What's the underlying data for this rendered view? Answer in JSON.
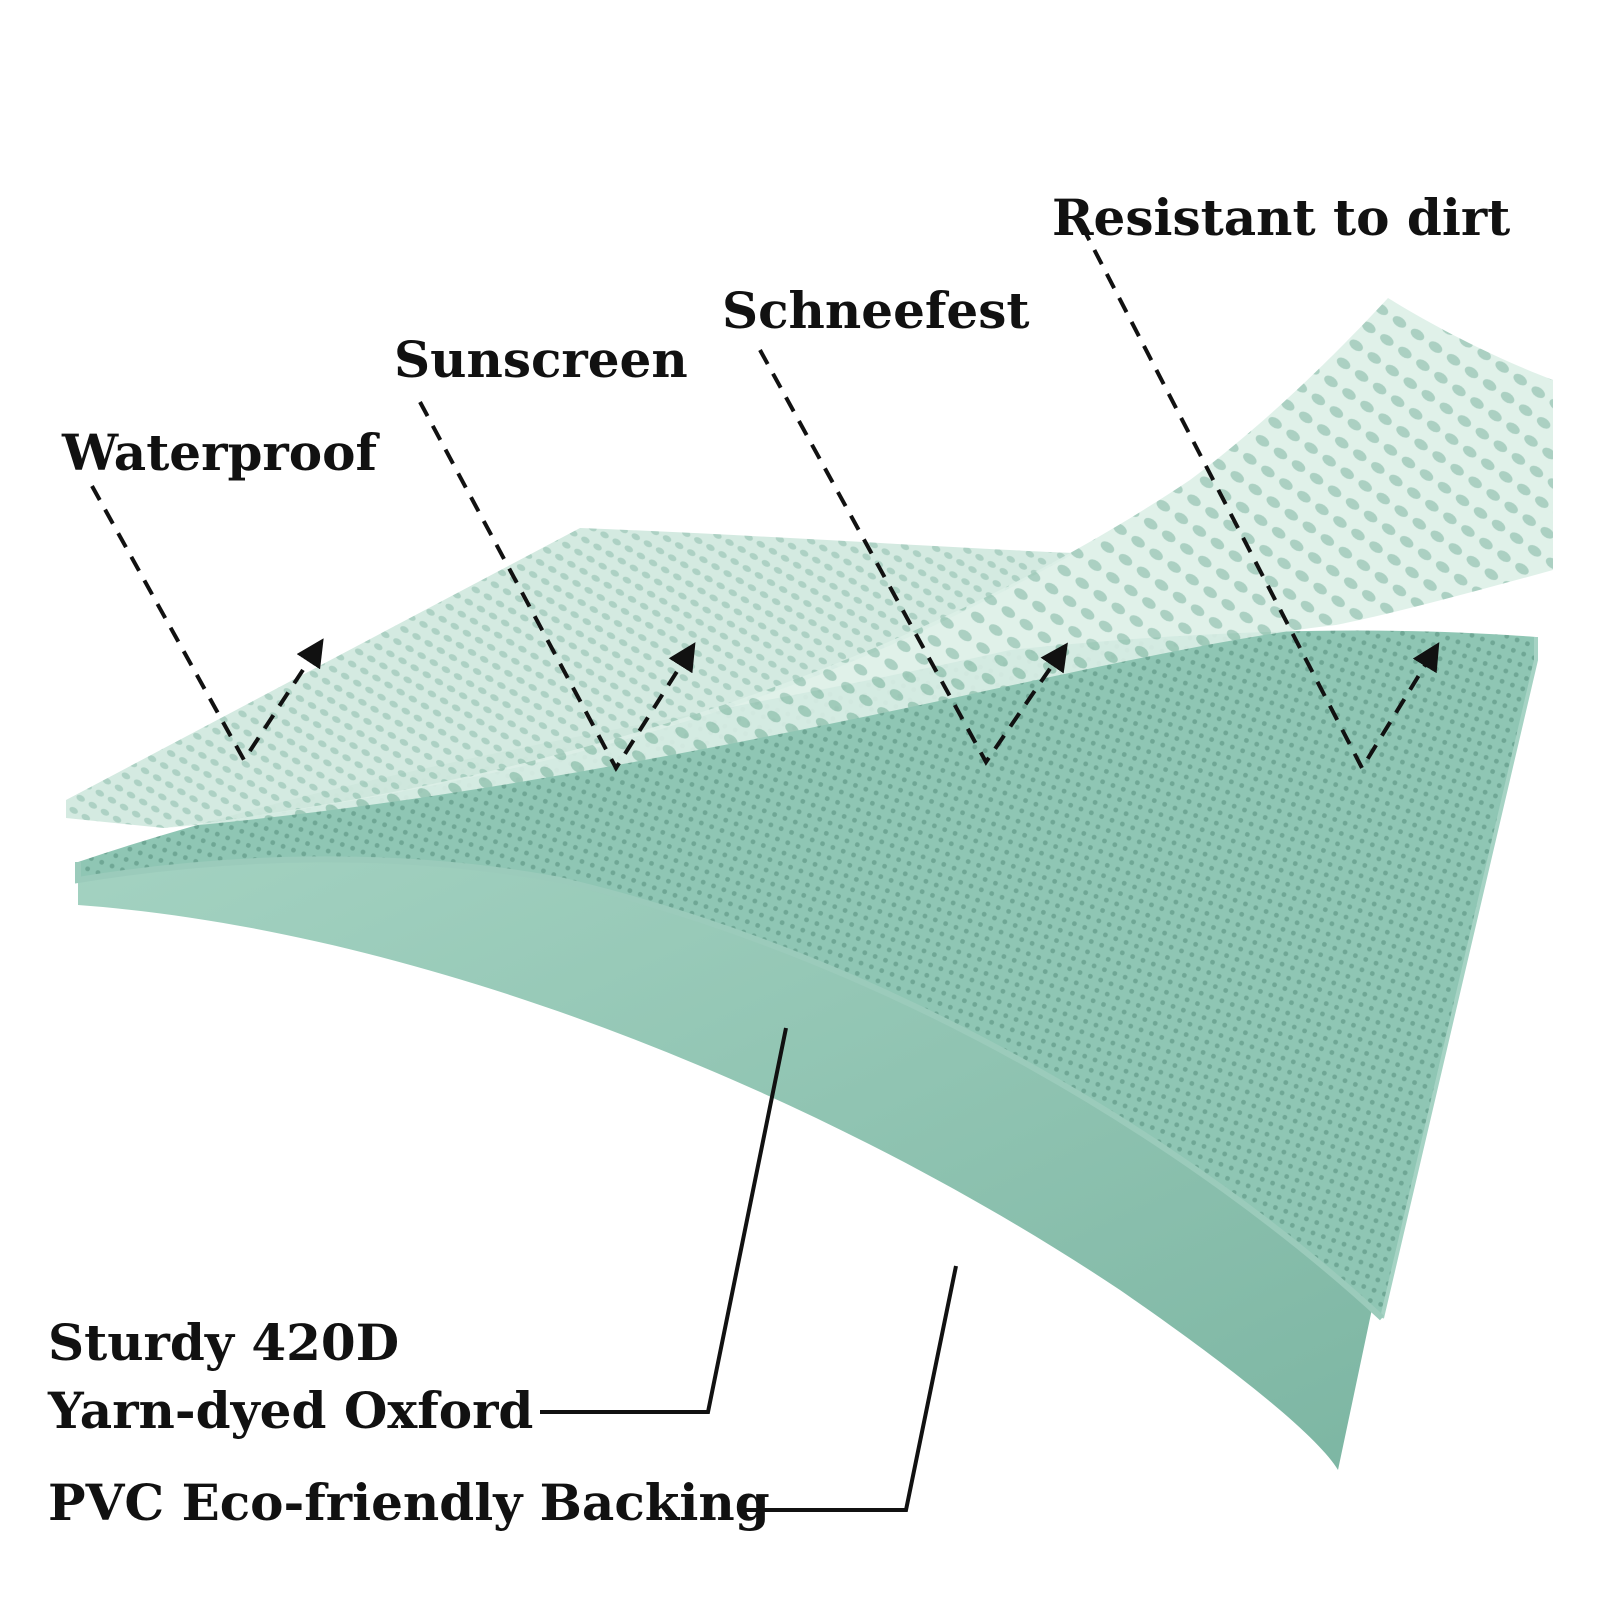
{
  "colors": {
    "fabric_main": "#8fc6b4",
    "fabric_dark": "#7fb8a6",
    "fabric_light": "#cfe7dd",
    "backing": "#86bea9",
    "backing_edge": "#a9d5c6",
    "line": "#111111",
    "background": "#ffffff"
  },
  "icons": {
    "dashed_arrow": "dashed-v-arrow-icon",
    "leader": "leader-line"
  },
  "labels": {
    "waterproof": "Waterproof",
    "sunscreen": "Sunscreen",
    "schneefest": "Schneefest",
    "dirt": "Resistant to dirt",
    "sturdy": "Sturdy 420D",
    "yarn": "Yarn-dyed Oxford",
    "pvc": "PVC Eco-friendly Backing"
  }
}
